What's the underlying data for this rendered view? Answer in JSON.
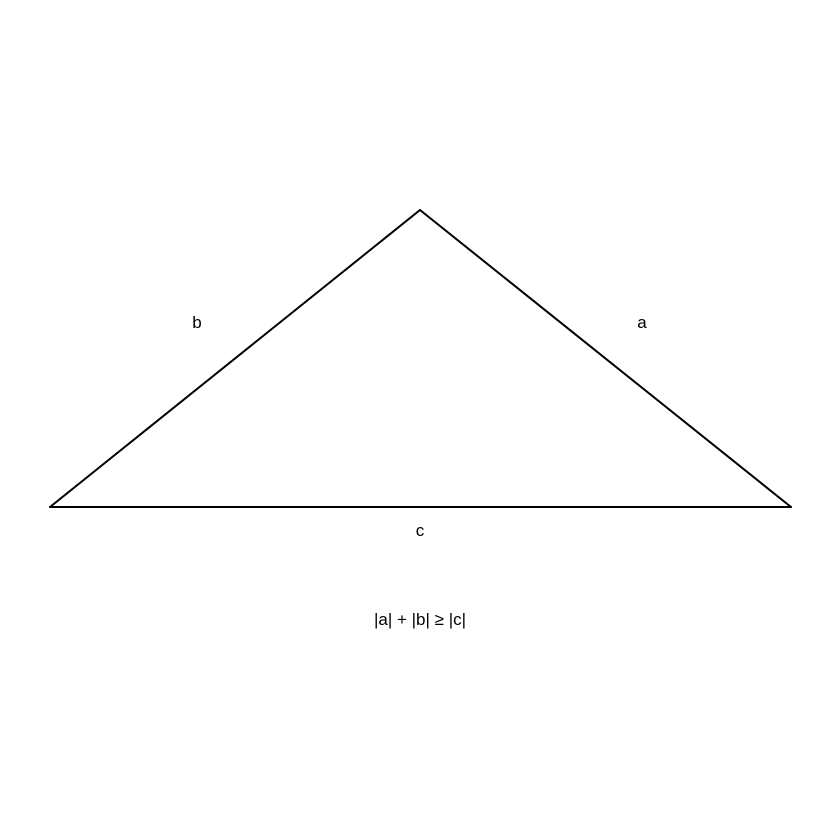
{
  "diagram": {
    "side_labels": {
      "a": "a",
      "b": "b",
      "c": "c"
    },
    "inequality": "|a| + |b| ≥ |c|",
    "stroke_color": "#000000",
    "background_color": "#ffffff"
  }
}
